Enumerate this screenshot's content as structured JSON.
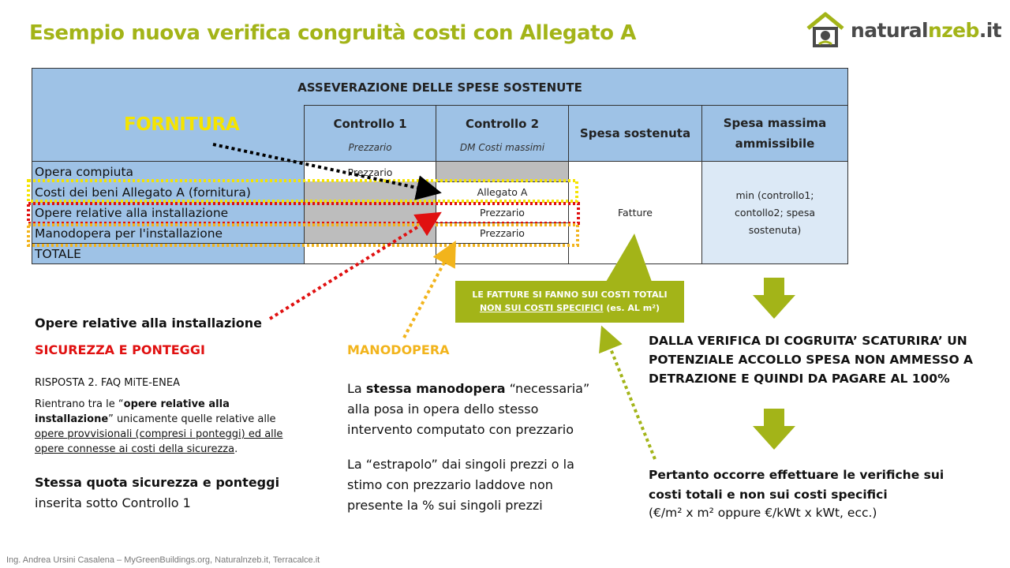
{
  "slide": {
    "title": "Esempio nuova verifica congruità costi con Allegato A",
    "logo_text_main": "natural",
    "logo_text_accent": "nzeb",
    "logo_text_tail": ".it",
    "footer": "Ing. Andrea Ursini Casalena – MyGreenBuildings.org, Naturalnzeb.it, Terracalce.it",
    "colors": {
      "accent": "#a3b418",
      "table_blue": "#9ec2e6",
      "red": "#e01010",
      "yellow": "#f5e400",
      "orange": "#f2b41c"
    }
  },
  "table": {
    "header_main": "ASSEVERAZIONE DELLE SPESE SOSTENUTE",
    "col_controllo1": "Controllo 1",
    "col_controllo1_sub": "Prezzario",
    "col_controllo2": "Controllo 2",
    "col_controllo2_sub": "DM Costi massimi",
    "col_spesa": "Spesa sostenuta",
    "col_spesa_max": "Spesa massima ammissibile",
    "rows": [
      {
        "label": "Opera compiuta",
        "c1": "Prezzario",
        "c2": ""
      },
      {
        "label": "Costi dei beni Allegato A (fornitura)",
        "c1": "",
        "c2": "Allegato A"
      },
      {
        "label": "Opere relative alla installazione",
        "c1": "",
        "c2": "Prezzario"
      },
      {
        "label": "Manodopera per l'installazione",
        "c1": "",
        "c2": "Prezzario"
      },
      {
        "label": "TOTALE",
        "c1": "",
        "c2": ""
      }
    ],
    "fatture": "Fatture",
    "spesa_max_value": "min (controllo1; contollo2; spesa sostenuta)"
  },
  "annotations": {
    "fornitura": "FORNITURA",
    "callout_line1": "LE FATTURE SI FANNO SUI COSTI TOTALI",
    "callout_line2_u": "NON SUI COSTI SPECIFICI",
    "callout_line2_tail": " (es. AL m²)"
  },
  "left": {
    "heading": "Opere relative alla installazione",
    "red": "SICUREZZA E PONTEGGI",
    "risposta": "RISPOSTA 2. FAQ MiTE-ENEA",
    "body_a": "Rientrano tra le “",
    "body_b": "opere relative alla installazione",
    "body_c": "” unicamente quelle relative alle ",
    "body_d": "opere provvisionali (compresi i ponteggi) ed alle opere connesse ai costi della sicurezza",
    "body_e": ".",
    "bold": "Stessa quota sicurezza e ponteggi",
    "last": "inserita sotto Controllo 1"
  },
  "middle": {
    "heading": "MANODOPERA",
    "b1_a": "La ",
    "b1_b": "stessa manodopera",
    "b1_c": " “necessaria” alla posa in opera dello stesso intervento computato con prezzario",
    "b2": "La “estrapolo” dai singoli prezzi o la stimo con prezzario laddove non presente la % sui singoli prezzi"
  },
  "right": {
    "p1": "DALLA VERIFICA DI COGRUITA’ SCATURIRA’ UN POTENZIALE ACCOLLO SPESA NON AMMESSO A DETRAZIONE E QUINDI DA PAGARE AL 100%",
    "p2": "Pertanto occorre effettuare le verifiche sui costi totali e non sui costi specifici",
    "p3": "(€/m² x m² oppure €/kWt x kWt, ecc.)"
  }
}
